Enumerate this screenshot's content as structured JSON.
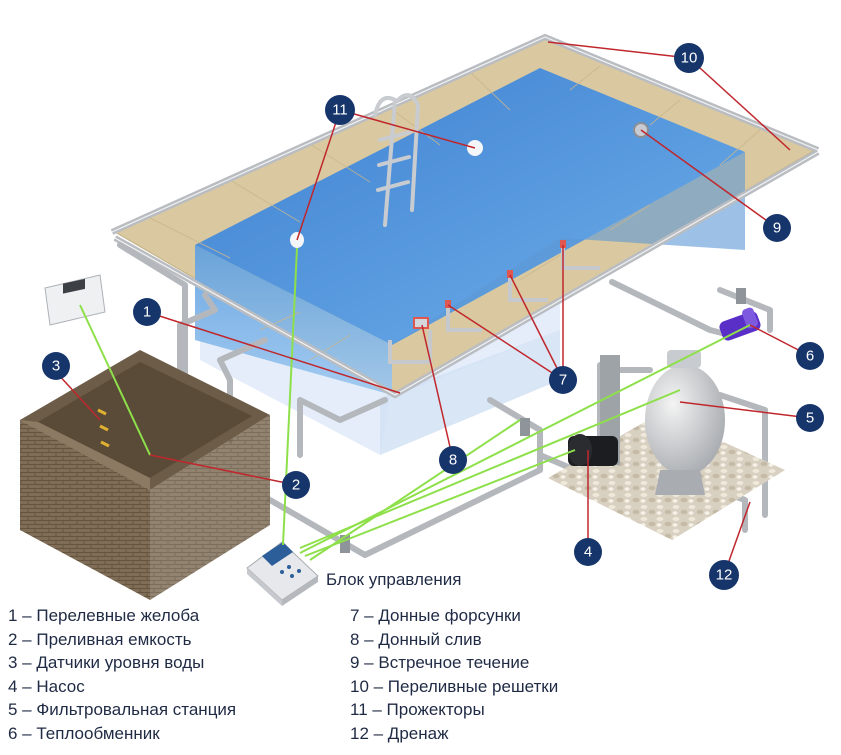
{
  "diagram": {
    "control_unit_label": "Блок управления",
    "legend_left": [
      "1 – Перелевные желоба",
      "2 – Преливная емкость",
      "3 – Датчики уровня воды",
      "4 – Насос",
      "5 – Фильтровальная станция",
      "6 – Теплообменник"
    ],
    "legend_right": [
      "7 – Донные форсунки",
      "8 – Донный слив",
      "9 – Встречное течение",
      "10 – Переливные решетки",
      "11 – Прожекторы",
      "12 – Дренаж"
    ],
    "markers": [
      "1",
      "2",
      "3",
      "4",
      "5",
      "6",
      "7",
      "8",
      "9",
      "10",
      "11",
      "12"
    ],
    "colors": {
      "badge": "#16356b",
      "callout_line": "#c0272d",
      "signal_line": "#8ee04a",
      "water": "#4a8fd8",
      "tile": "#d9c8a0",
      "pipe": "#b8bcc0",
      "brick": "#7d6b55"
    }
  }
}
